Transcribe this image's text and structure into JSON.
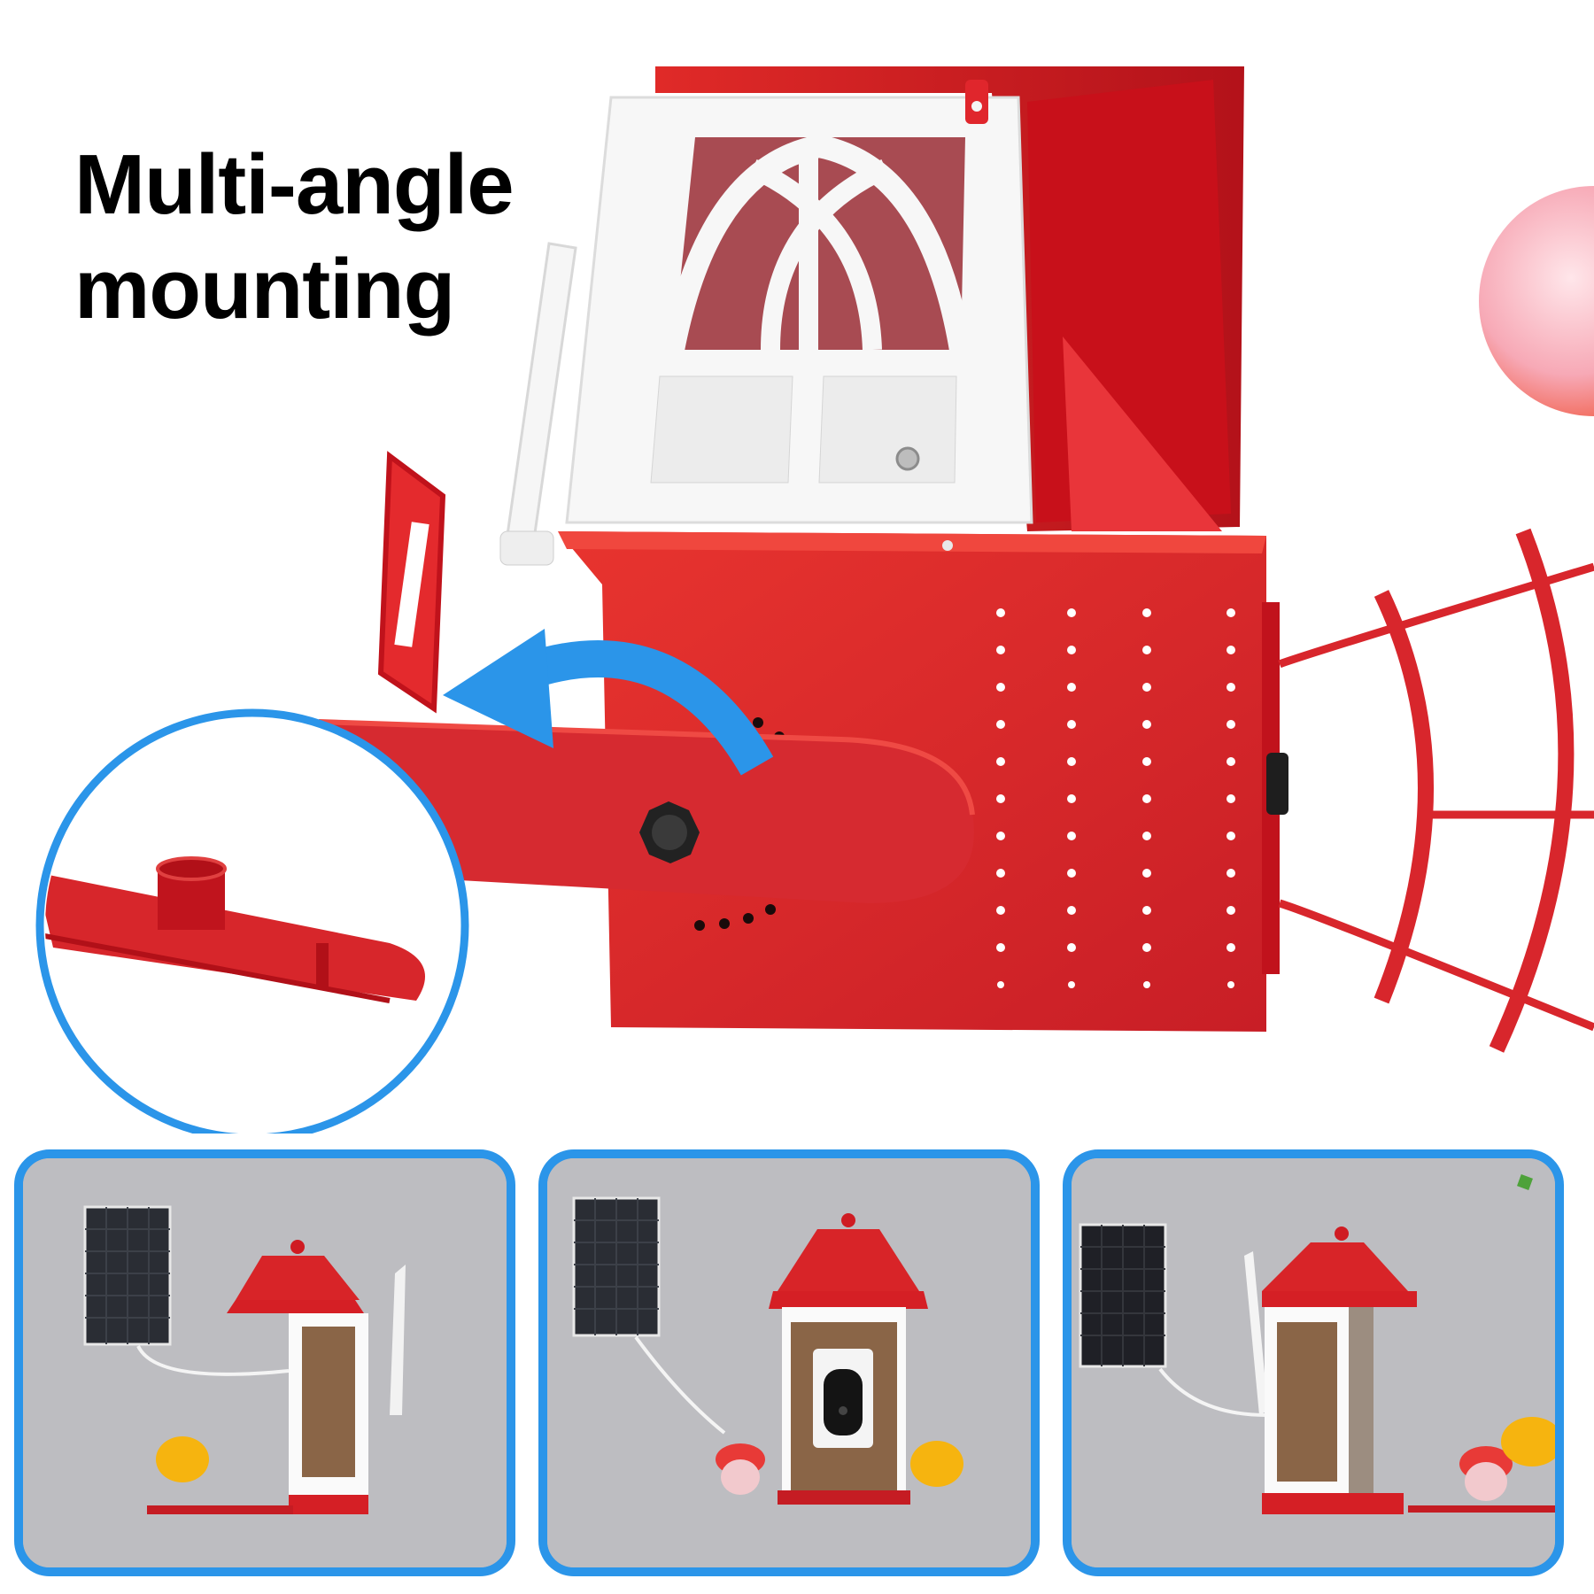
{
  "headline": {
    "line1": "Multi-angle",
    "line2": "mounting"
  },
  "hero": {
    "subject": "red bird feeder with open white window door, side mounting bracket with knob",
    "callout": "zoom-in of flat mounting bar with peg and post",
    "rotation_arrow": "rotate-left-arrow"
  },
  "panels": [
    {
      "caption": "Side-mounted view with solar panel and orange holder"
    },
    {
      "caption": "Front view showing camera inside feeder with solar panel"
    },
    {
      "caption": "Angled side view with antenna and nectar cup"
    }
  ],
  "colors": {
    "accent_blue": "#2b95e9",
    "feeder_red": "#d8262c",
    "text": "#000000",
    "wall_gray": "#b9b9bd"
  }
}
